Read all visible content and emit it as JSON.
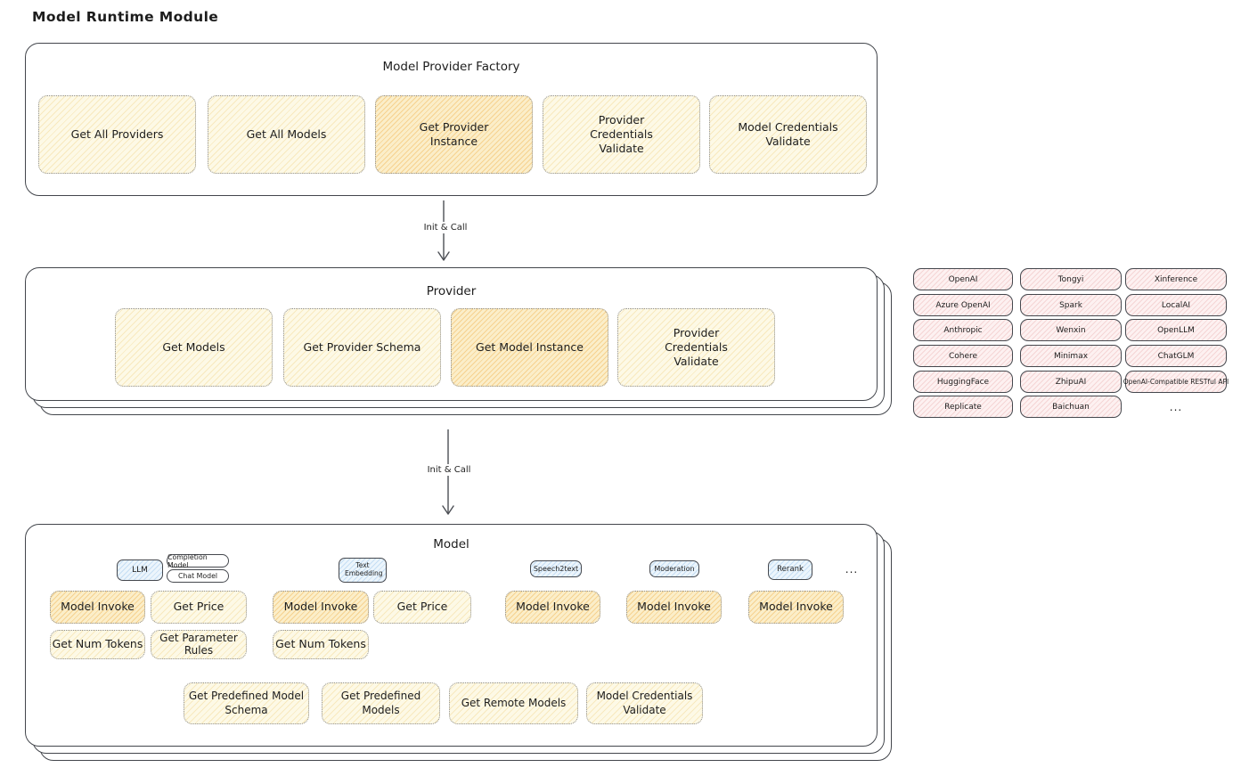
{
  "page_title": "Model Runtime Module",
  "factory": {
    "title": "Model Provider Factory",
    "boxes": [
      {
        "label": "Get All Providers"
      },
      {
        "label": "Get All Models"
      },
      {
        "label": "Get Provider Instance"
      },
      {
        "label": "Provider Credentials Validate"
      },
      {
        "label": "Model Credentials Validate"
      }
    ]
  },
  "arrows": {
    "factory_to_provider": "Init & Call",
    "provider_to_model": "Init & Call"
  },
  "provider": {
    "title": "Provider",
    "boxes": [
      {
        "label": "Get Models"
      },
      {
        "label": "Get Provider Schema"
      },
      {
        "label": "Get Model Instance"
      },
      {
        "label": "Provider Credentials Validate"
      }
    ]
  },
  "providers_grid": {
    "rows": [
      [
        "OpenAI",
        "Tongyi",
        "Xinference"
      ],
      [
        "Azure OpenAI",
        "Spark",
        "LocalAI"
      ],
      [
        "Anthropic",
        "Wenxin",
        "OpenLLM"
      ],
      [
        "Cohere",
        "Minimax",
        "ChatGLM"
      ],
      [
        "HuggingFace",
        "ZhipuAI",
        "OpenAI-Compatible RESTful API"
      ],
      [
        "Replicate",
        "Baichuan"
      ]
    ],
    "ellipsis": "..."
  },
  "model": {
    "title": "Model",
    "tags": [
      "LLM",
      "Completion Model",
      "Chat Model",
      "Text Embedding",
      "Speech2text",
      "Moderation",
      "Rerank"
    ],
    "tags_ellipsis": "...",
    "fn": {
      "model_invoke": "Model Invoke",
      "get_price": "Get Price",
      "get_num_tokens": "Get Num Tokens",
      "get_parameter_rules": "Get Parameter Rules"
    },
    "bottom": [
      {
        "label": "Get Predefined Model Schema"
      },
      {
        "label": "Get Predefined Models"
      },
      {
        "label": "Get Remote Models"
      },
      {
        "label": "Model Credentials Validate"
      }
    ]
  },
  "colors": {
    "box_yellow_light": "#fdf9e6",
    "box_orange_highlight": "#fbeec9",
    "box_pink": "#fdf1f1",
    "tag_blue": "#ecf5fc",
    "stroke_dark": "#43464c"
  }
}
